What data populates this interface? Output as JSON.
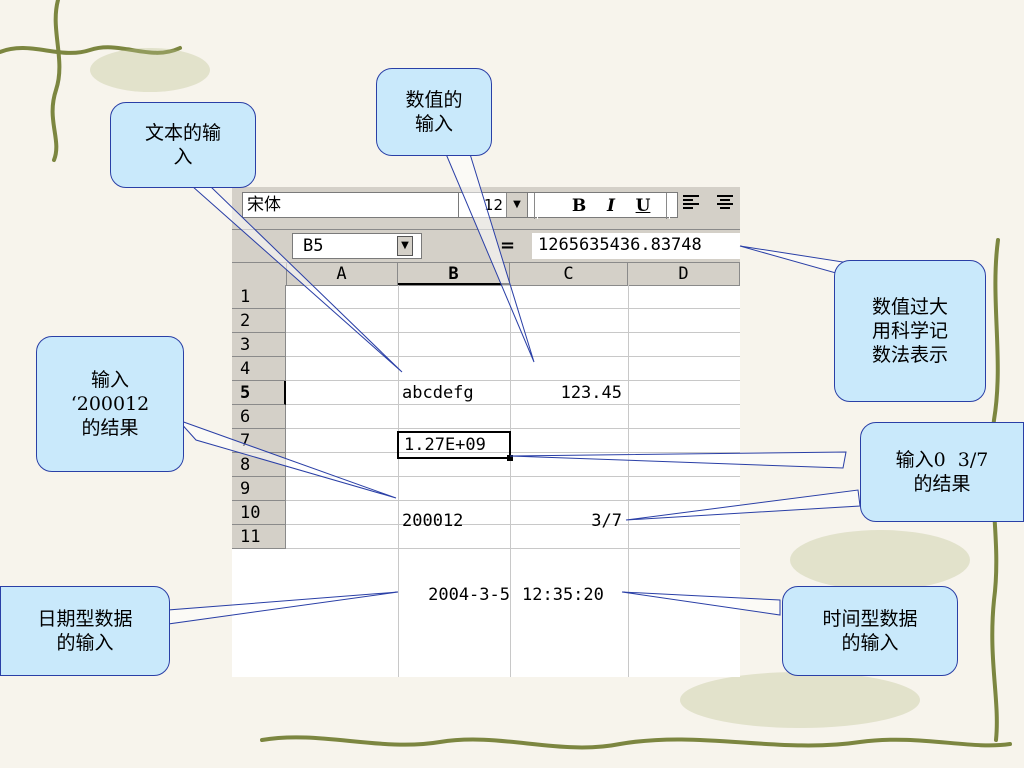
{
  "toolbar": {
    "font_name": "宋体",
    "font_size": "12",
    "bold_label": "B",
    "italic_label": "I",
    "underline_label": "U",
    "align_left_icon": "align-left-icon",
    "align_center_icon": "align-center-icon"
  },
  "formula_bar": {
    "cell_reference": "B5",
    "equals_label": "=",
    "content": "1265635436.83748"
  },
  "sheet": {
    "columns": [
      "A",
      "B",
      "C",
      "D"
    ],
    "rows": [
      "1",
      "2",
      "3",
      "4",
      "5",
      "6",
      "7",
      "8",
      "9",
      "10",
      "11"
    ],
    "cells": {
      "B3": "abcdefg",
      "C3": "123.45",
      "B5": "1.27E+09",
      "B7": "200012",
      "C7": "3/7",
      "B9": "2004-3-5",
      "C9": "12:35:20"
    }
  },
  "callouts": {
    "text_input": [
      "文本的输",
      "入"
    ],
    "number_input": [
      "数值的",
      "输入"
    ],
    "sci_notation": [
      "数值过大",
      "用科学记",
      "数法表示"
    ],
    "quote_input": [
      "输入",
      "‘200012",
      "的结果"
    ],
    "fraction_input": [
      "输入0  3/7",
      "的结果"
    ],
    "date_input": [
      "日期型数据",
      "的输入"
    ],
    "time_input": [
      "时间型数据",
      "的输入"
    ]
  },
  "colors": {
    "callout_fill": "#c9e9fb",
    "callout_border": "#2a3fa6",
    "toolbar_gray": "#d4d0c8",
    "vine_green": "#6f7a3c"
  }
}
